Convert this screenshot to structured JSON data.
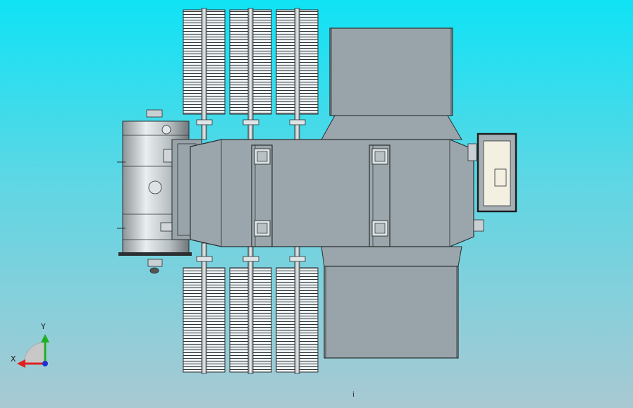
{
  "colors": {
    "background_top": "#0fe3f5",
    "background_bottom": "#a9c9d2",
    "body_fill": "#9aa6ab",
    "radiator_fill": "#e8eef0",
    "outline": "#2b2f31",
    "axis_x": "#e02020",
    "axis_y": "#20b020",
    "axis_z": "#2030d0"
  },
  "triad": {
    "x_label": "X",
    "y_label": "Y"
  },
  "status_mark": "i"
}
